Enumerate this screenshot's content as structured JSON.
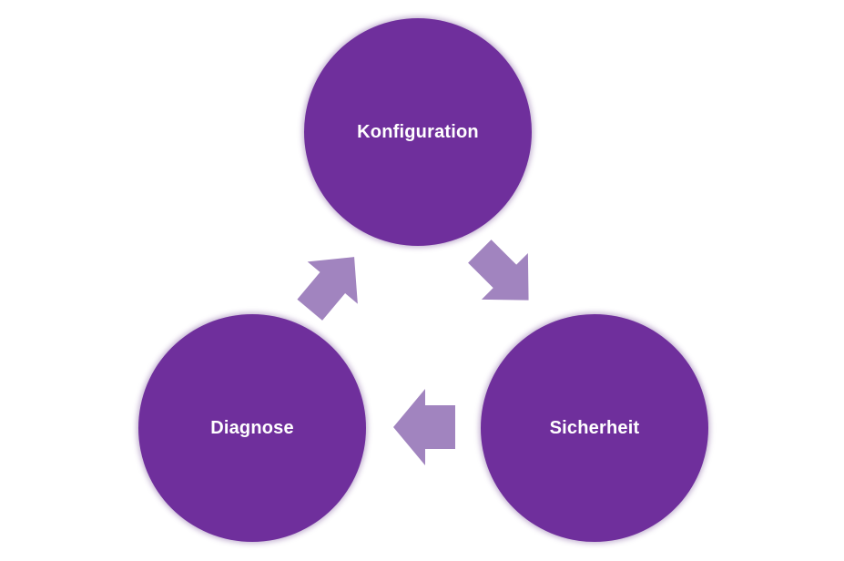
{
  "diagram": {
    "nodes": [
      {
        "id": "top",
        "label": "Konfiguration"
      },
      {
        "id": "right",
        "label": "Sicherheit"
      },
      {
        "id": "left",
        "label": "Diagnose"
      }
    ],
    "edges": [
      {
        "from": "top",
        "to": "right"
      },
      {
        "from": "right",
        "to": "left"
      },
      {
        "from": "left",
        "to": "top"
      }
    ],
    "colors": {
      "node_fill": "#6f2f9c",
      "arrow_fill": "#a184bf",
      "node_text": "#ffffff"
    }
  }
}
